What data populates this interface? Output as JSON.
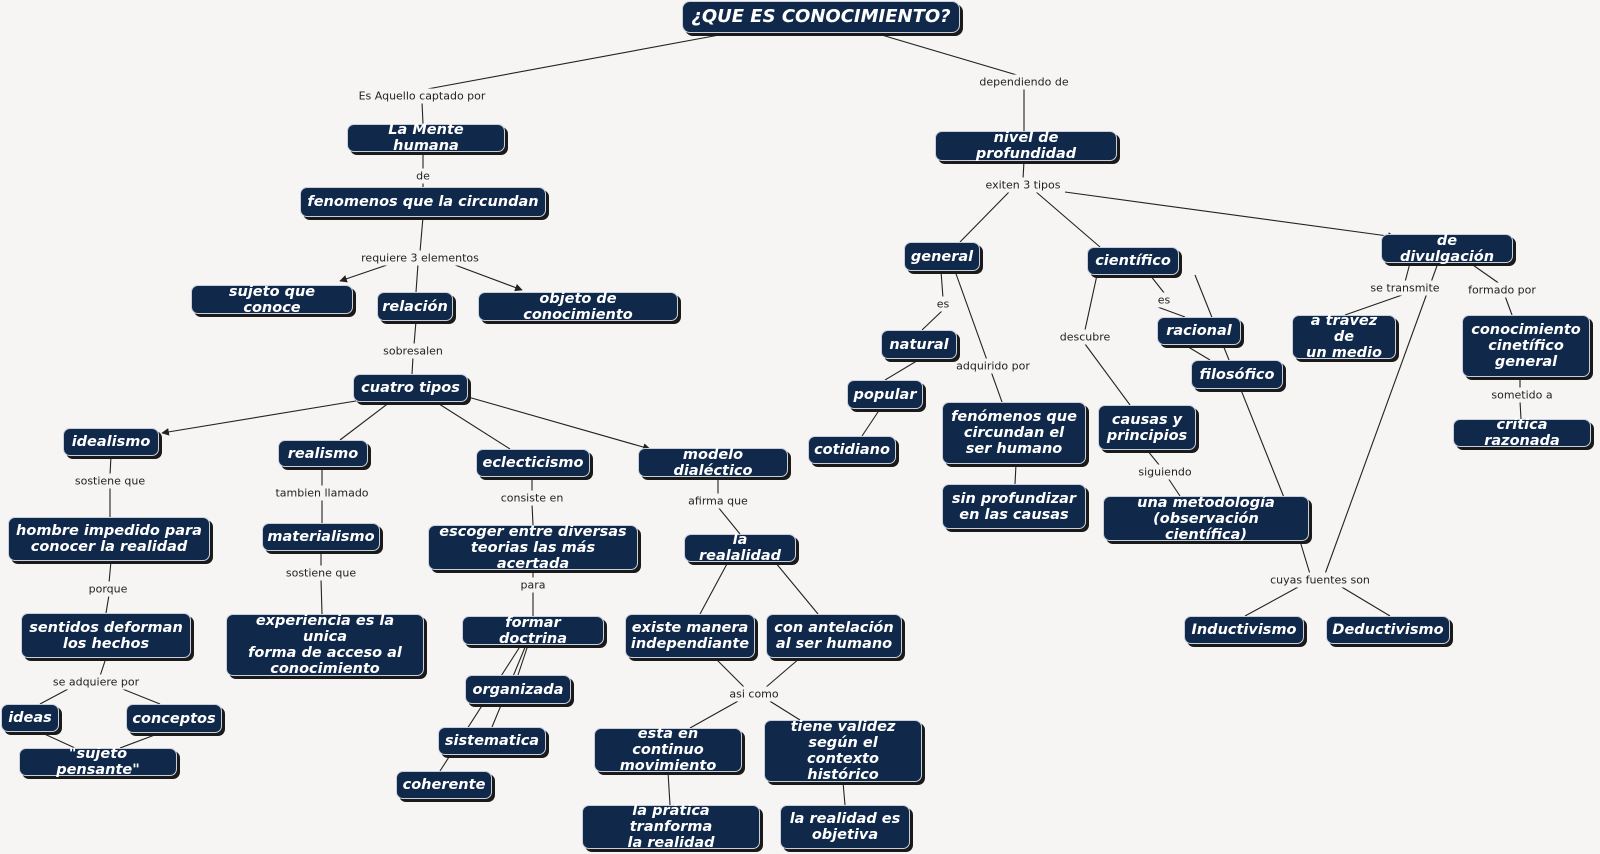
{
  "title": "¿QUE ES CONOCIMIENTO?",
  "nodes": {
    "mente": "La Mente humana",
    "fenomenos": "fenomenos que la circundan",
    "sujeto": "sujeto que conoce",
    "relacion": "relación",
    "objeto": "objeto de conocimiento",
    "cuatro": "cuatro tipos",
    "idealismo": "idealismo",
    "realismo": "realismo",
    "eclecticismo": "eclecticismo",
    "dialectico": "modelo dialéctico",
    "hombre": "hombre impedido para\nconocer la realidad",
    "sentidos": "sentidos deforman\nlos hechos",
    "ideas": "ideas",
    "conceptos": "conceptos",
    "sujeto_pensante": "\"sujeto pensante\"",
    "materialismo": "materialismo",
    "experiencia": "experiencia es la unica\nforma de acceso al\nconocimiento",
    "escoger": "escoger entre diversas\nteorias las más acertada",
    "doctrina": "formar doctrina",
    "organizada": "organizada",
    "sistematica": "sistematica",
    "coherente": "coherente",
    "realalidad": "la realalidad",
    "existe": "existe manera\nindependiante",
    "antelacion": "con antelación\nal ser humano",
    "continuo": "esta en continuo\nmovimiento",
    "validez": "tiene validez\nsegún el contexto\nhistórico",
    "pratica": "la prática tranforma\nla realidad",
    "objetiva": "la realidad es\nobjetiva",
    "nivel": "nivel de profundidad",
    "general": "general",
    "cientifico": "científico",
    "divulgacion": "de divulgación",
    "natural": "natural",
    "popular": "popular",
    "cotidiano": "cotidiano",
    "fen_humano": "fenómenos que\ncircundan el\nser humano",
    "sin_prof": "sin profundizar\nen las causas",
    "racional": "racional",
    "filosofico": "filosófico",
    "causas": "causas y\nprincipios",
    "metodologia": "una metodología\n(observación científica)",
    "inductivismo": "Inductivismo",
    "deductivismo": "Deductivismo",
    "medio": "a travez de\nun medio",
    "cinetifico": "conocimiento\ncinetífico\ngeneral",
    "critica": "critica razonada"
  },
  "links": {
    "captado": "Es Aquello captado por",
    "dependiendo": "dependiendo de",
    "de": "de",
    "requiere": "requiere 3 elementos",
    "sobresalen": "sobresalen",
    "sostiene1": "sostiene que",
    "tambien": "tambien llamado",
    "consiste": "consiste en",
    "afirma": "afirma que",
    "porque": "porque",
    "sostiene2": "sostiene que",
    "para": "para",
    "adquiere": "se adquiere por",
    "asicomo": "asi como",
    "exiten": "exiten 3 tipos",
    "es1": "es",
    "adquirido": "adquirido por",
    "descubre": "descubre",
    "es2": "es",
    "siguiendo": "siguiendo",
    "fuentes": "cuyas fuentes son",
    "transmite": "se transmite",
    "formado": "formado por",
    "sometido": "sometido a"
  }
}
